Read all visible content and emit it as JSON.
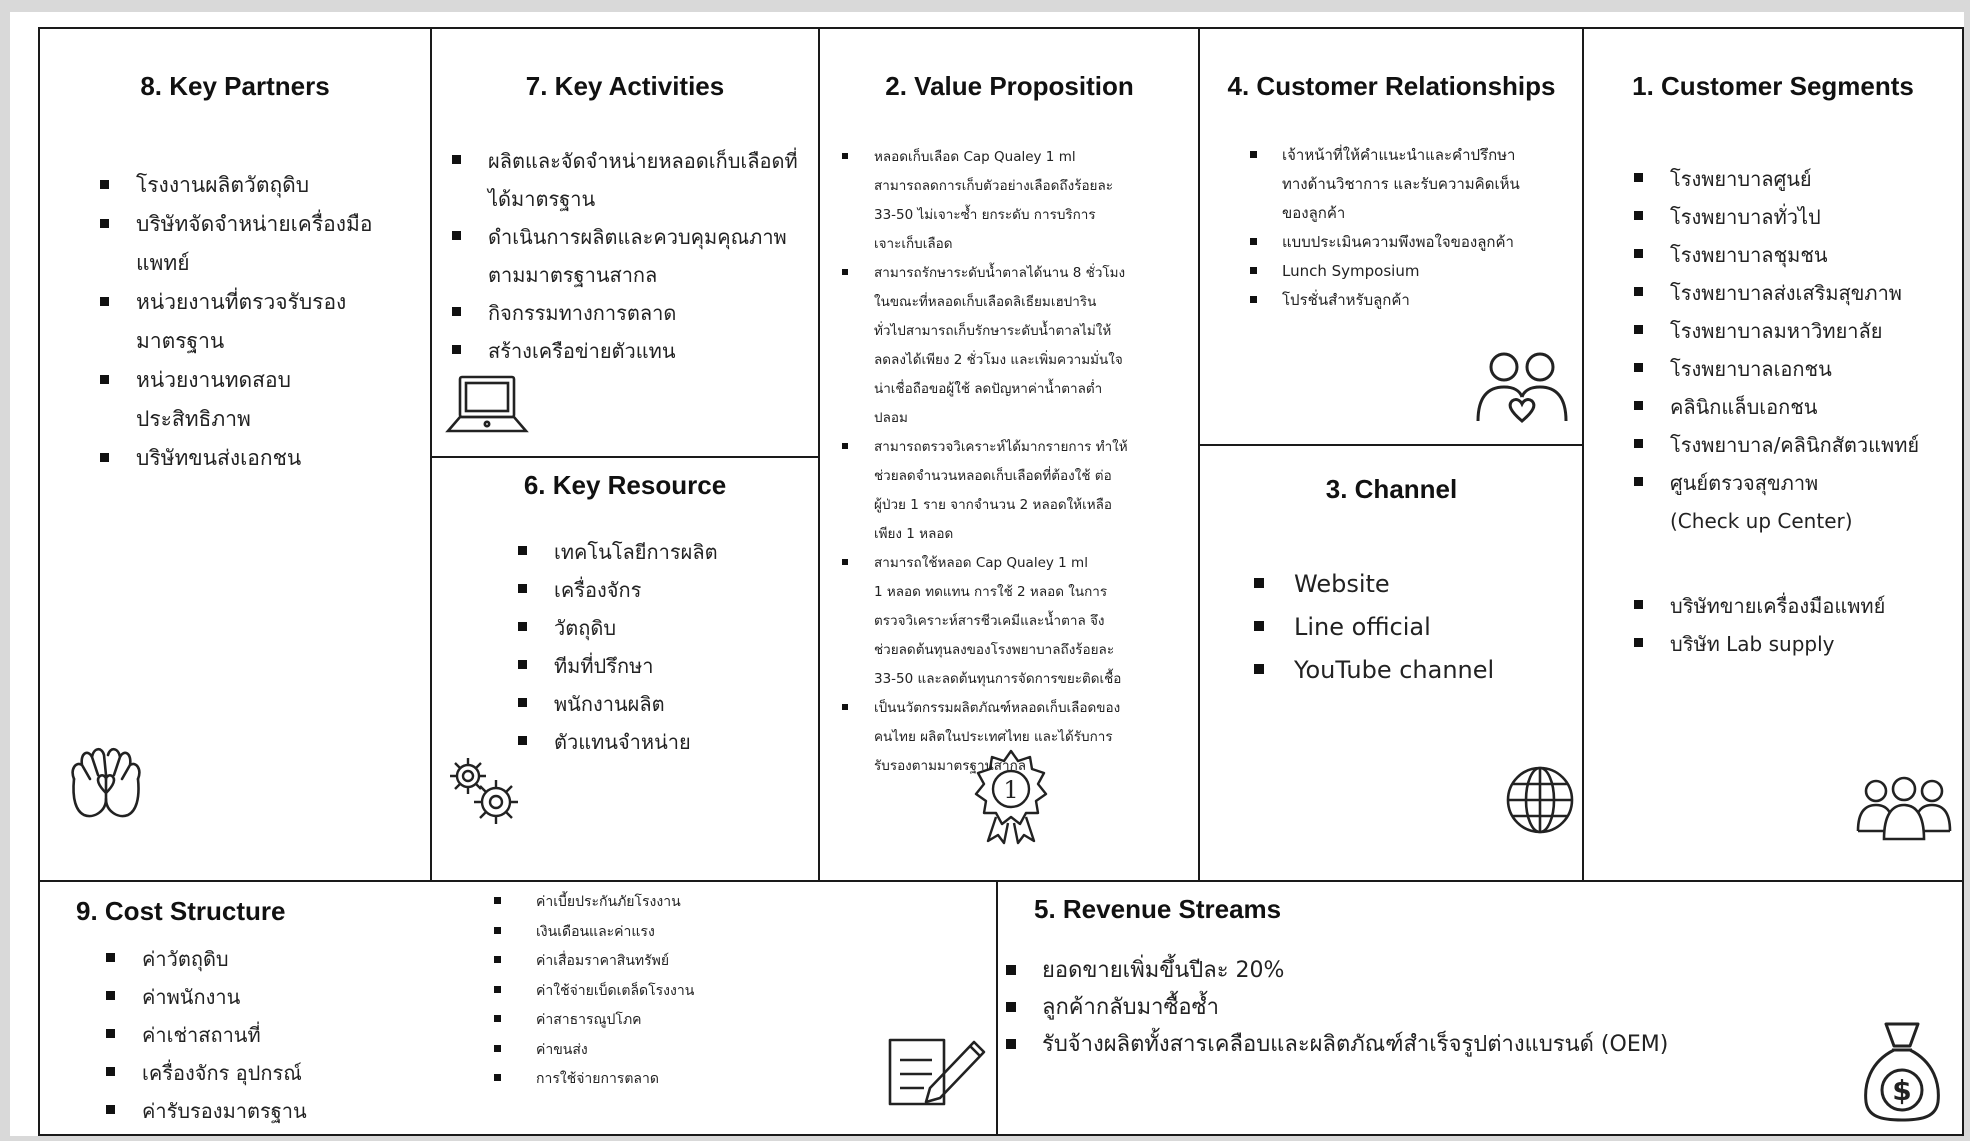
{
  "key_partners": {
    "title": "8. Key Partners",
    "items": [
      "โรงงานผลิตวัตถุดิบ",
      "บริษัทจัดจำหน่ายเครื่องมือ\nแพทย์",
      "หน่วยงานที่ตรวจรับรอง\nมาตรฐาน",
      "หน่วยงานทดสอบ\nประสิทธิภาพ",
      "บริษัทขนส่งเอกชน"
    ],
    "icon": "hands-heart-icon"
  },
  "key_activities": {
    "title": "7. Key Activities",
    "items": [
      "ผลิตและจัดจำหน่ายหลอดเก็บเลือดที่\nได้มาตรฐาน",
      "ดำเนินการผลิตและควบคุมคุณภาพ\nตามมาตรฐานสากล",
      "กิจกรรมทางการตลาด",
      "สร้างเครือข่ายตัวแทน"
    ],
    "icon": "laptop-icon"
  },
  "key_resource": {
    "title": "6. Key Resource",
    "items": [
      "เทคโนโลยีการผลิต",
      "เครื่องจักร",
      "วัตถุดิบ",
      "ทีมที่ปรึกษา",
      "พนักงานผลิต",
      "ตัวแทนจำหน่าย"
    ],
    "icon": "gears-icon"
  },
  "value_proposition": {
    "title": "2. Value Proposition",
    "items": [
      "หลอดเก็บเลือด Cap Qualey 1 ml\nสามารถลดการเก็บตัวอย่างเลือดถึงร้อยละ\n33-50 ไม่เจาะซ้ำ  ยกระดับ การบริการ\nเจาะเก็บเลือด",
      "สามารถรักษาระดับน้ำตาลได้นาน 8 ชั่วโมง\nในขณะที่หลอดเก็บเลือดลิเธียมเฮปาริน\nทั่วไปสามารถเก็บรักษาระดับน้ำตาลไม่ให้\nลดลงได้เพียง 2 ชั่วโมง และเพิ่มความมั่นใจ\nน่าเชื่อถือขอผู้ใช้ ลดปัญหาค่าน้ำตาลต่ำ\nปลอม",
      "สามารถตรวจวิเคราะห์ได้มากรายการ ทำให้\nช่วยลดจำนวนหลอดเก็บเลือดที่ต้องใช้ ต่อ\nผู้ป่วย 1 ราย จากจำนวน 2 หลอดให้เหลือ\nเพียง 1 หลอด",
      "สามารถใช้หลอด Cap Qualey 1 ml\n1 หลอด ทดแทน การใช้ 2 หลอด ในการ\nตรวจวิเคราะห์สารชีวเคมีและน้ำตาล จึง\nช่วยลดต้นทุนลงของโรงพยาบาลถึงร้อยละ\n33-50 และลดต้นทุนการจัดการขยะติดเชื้อ",
      "เป็นนวัตกรรมผลิตภัณฑ์หลอดเก็บเลือดของ\nคนไทย ผลิตในประเทศไทย และได้รับการ\nรับรองตามมาตรฐานสากล"
    ],
    "icon": "award-badge-icon",
    "badge_text": "1"
  },
  "customer_relationships": {
    "title": "4. Customer Relationships",
    "items": [
      "เจ้าหน้าที่ให้คำแนะนำและคำปรึกษา\nทางด้านวิชาการ และรับความคิดเห็น\nของลูกค้า",
      "แบบประเมินความพึงพอใจของลูกค้า",
      "Lunch Symposium",
      "โปรชั่นสำหรับลูกค้า"
    ],
    "icon": "people-heart-icon"
  },
  "channel": {
    "title": "3. Channel",
    "items": [
      "Website",
      "Line official",
      "YouTube channel"
    ],
    "icon": "globe-icon"
  },
  "customer_segments": {
    "title": "1. Customer Segments",
    "items": [
      "โรงพยาบาลศูนย์",
      "โรงพยาบาลทั่วไป",
      "โรงพยาบาลชุมชน",
      "โรงพยาบาลส่งเสริมสุขภาพ",
      "โรงพยาบาลมหาวิทยาลัย",
      "โรงพยาบาลเอกชน",
      "คลินิกแล็บเอกชน",
      "โรงพยาบาล/คลินิกสัตวแพทย์",
      "ศูนย์ตรวจสุขภาพ\n(Check up Center)"
    ],
    "items2": [
      "บริษัทขายเครื่องมือแพทย์",
      "บริษัท Lab supply"
    ],
    "icon": "group-icon"
  },
  "cost_structure": {
    "title": "9. Cost Structure",
    "items": [
      "ค่าวัตถุดิบ",
      "ค่าพนักงาน",
      "ค่าเช่าสถานที่",
      "เครื่องจักร อุปกรณ์",
      "ค่ารับรองมาตรฐาน"
    ],
    "items2": [
      "ค่าเบี้ยประกันภัยโรงงาน",
      "เงินเดือนและค่าแรง",
      "ค่าเสื่อมราคาสินทรัพย์",
      "ค่าใช้จ่ายเบ็ดเตล็ดโรงงาน",
      "ค่าสาธารณูปโภค",
      "ค่าขนส่ง",
      "การใช้จ่ายการตลาด"
    ],
    "icon": "document-pen-icon"
  },
  "revenue_streams": {
    "title": "5. Revenue Streams",
    "items": [
      "ยอดขายเพิ่มขึ้นปีละ  20%",
      "ลูกค้ากลับมาซื้อซ้ำ",
      "รับจ้างผลิตทั้งสารเคลือบและผลิตภัณฑ์สำเร็จรูปต่างแบรนด์  (OEM)"
    ],
    "icon": "money-bag-icon",
    "bag_symbol": "$"
  }
}
